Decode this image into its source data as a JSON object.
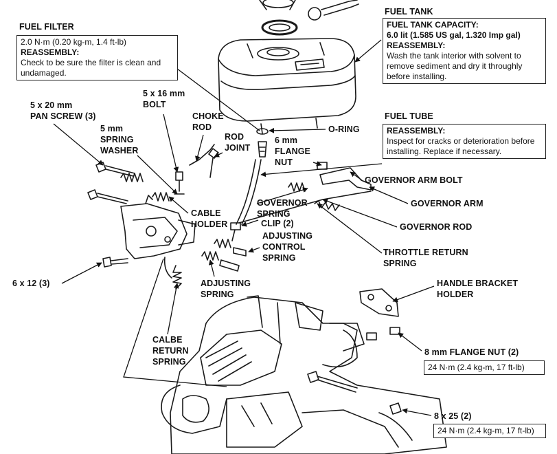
{
  "labels": {
    "fuel_tank": "FUEL TANK",
    "fuel_filter": "FUEL FILTER",
    "fuel_tube": "FUEL TUBE",
    "pan_screw": "5 x 20 mm\nPAN SCREW (3)",
    "bolt_5x16": "5 x 16 mm\nBOLT",
    "choke_rod": "CHOKE\nROD",
    "spring_washer": "5 mm\nSPRING\nWASHER",
    "rod_joint": "ROD\nJOINT",
    "o_ring": "O-RING",
    "flange_nut_6": "6 mm\nFLANGE\nNUT",
    "governor_arm_bolt": "GOVERNOR ARM BOLT",
    "governor_arm": "GOVERNOR ARM",
    "governor_spring": "GOVERNOR\nSPRING",
    "clip": "CLIP (2)",
    "cable_holder": "CABLE\nHOLDER",
    "governor_rod": "GOVERNOR ROD",
    "adjusting_control_spring": "ADJUSTING\nCONTROL\nSPRING",
    "throttle_return_spring": "THROTTLE RETURN\nSPRING",
    "bolt_6x12": "6 x 12 (3)",
    "adjusting_spring": "ADJUSTING\nSPRING",
    "handle_bracket_holder": "HANDLE BRACKET\nHOLDER",
    "calbe_return_spring": "CALBE\nRETURN\nSPRING",
    "flange_nut_8": "8 mm FLANGE NUT (2)",
    "bolt_8x25": "8 x 25 (2)"
  },
  "boxes": {
    "fuel_filter": {
      "torque": "2.0 N·m (0.20 kg-m, 1.4 ft-lb)",
      "heading": "REASSEMBLY:",
      "text": "Check to be sure the filter is clean and undamaged."
    },
    "fuel_tank": {
      "heading": "FUEL TANK CAPACITY:",
      "capacity": "6.0 lit (1.585 US gal, 1.320 Imp gal)",
      "heading2": "REASSEMBLY:",
      "text": "Wash the tank interior with solvent to remove sediment and dry it throughly before installing."
    },
    "fuel_tube": {
      "heading": "REASSEMBLY:",
      "text": "Inspect for cracks or deterioration before installing. Replace if necessary."
    },
    "flange_nut_torque": {
      "text": "24 N·m (2.4 kg-m, 17 ft-lb)"
    },
    "bolt_8x25_torque": {
      "text": "24 N·m (2.4 kg-m, 17 ft-lb)"
    }
  }
}
